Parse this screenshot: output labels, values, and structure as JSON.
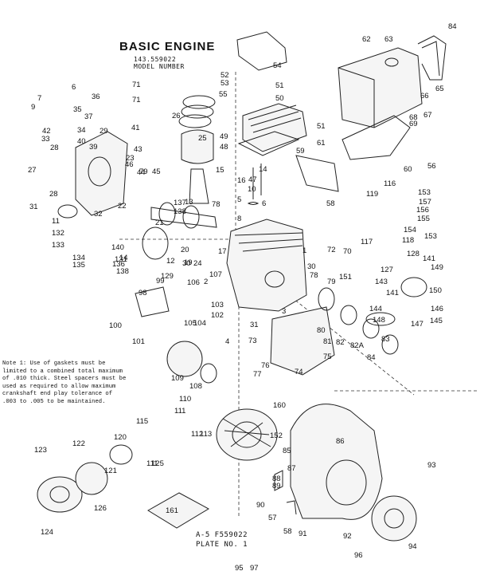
{
  "title": "BASIC ENGINE",
  "model_number": "143.559022",
  "model_caption": "MODEL NUMBER",
  "note": "Note 1: Use of gaskets must be limited to a combined total maximum of .010 thick. Steel spacers must be used as required to allow maximum crankshaft end play tolerance of .003 to .005 to be maintained.",
  "plate_ref": "A-5   F559022",
  "plate_number": "PLATE NO. 1",
  "stamp_text": "161",
  "callouts": [
    "84",
    "62",
    "63",
    "54",
    "52",
    "53",
    "51",
    "55",
    "50",
    "49",
    "48",
    "59",
    "65",
    "66",
    "69",
    "67",
    "68",
    "51",
    "61",
    "58",
    "60",
    "56",
    "116",
    "153",
    "157",
    "156",
    "155",
    "154",
    "153",
    "118",
    "119",
    "117",
    "70",
    "72",
    "71",
    "71",
    "26",
    "25",
    "15",
    "14",
    "47",
    "16",
    "10",
    "5",
    "6",
    "8",
    "7",
    "6",
    "9",
    "36",
    "35",
    "37",
    "42",
    "33",
    "34",
    "40",
    "39",
    "28",
    "29",
    "41",
    "23",
    "43",
    "46",
    "44",
    "45",
    "79",
    "27",
    "28",
    "31",
    "32",
    "138",
    "22",
    "78",
    "11",
    "132",
    "133",
    "134",
    "135",
    "137",
    "13",
    "14",
    "129",
    "21",
    "30",
    "24",
    "20",
    "17",
    "19",
    "12",
    "136",
    "131",
    "138",
    "140",
    "1",
    "30",
    "78",
    "79",
    "80",
    "81",
    "82",
    "82A",
    "84",
    "83",
    "4",
    "3",
    "2",
    "107",
    "106",
    "99",
    "98",
    "105",
    "104",
    "103",
    "102",
    "100",
    "101",
    "31",
    "73",
    "77",
    "76",
    "75",
    "74",
    "127",
    "128",
    "141",
    "149",
    "151",
    "143",
    "150",
    "141",
    "145",
    "146",
    "147",
    "148",
    "144",
    "109",
    "108",
    "110",
    "111",
    "112",
    "115",
    "113",
    "111",
    "120",
    "121",
    "122",
    "123",
    "126",
    "124",
    "125",
    "160",
    "152",
    "85",
    "86",
    "87",
    "88",
    "89",
    "90",
    "57",
    "58",
    "91",
    "92",
    "93",
    "96",
    "94",
    "95",
    "97"
  ]
}
